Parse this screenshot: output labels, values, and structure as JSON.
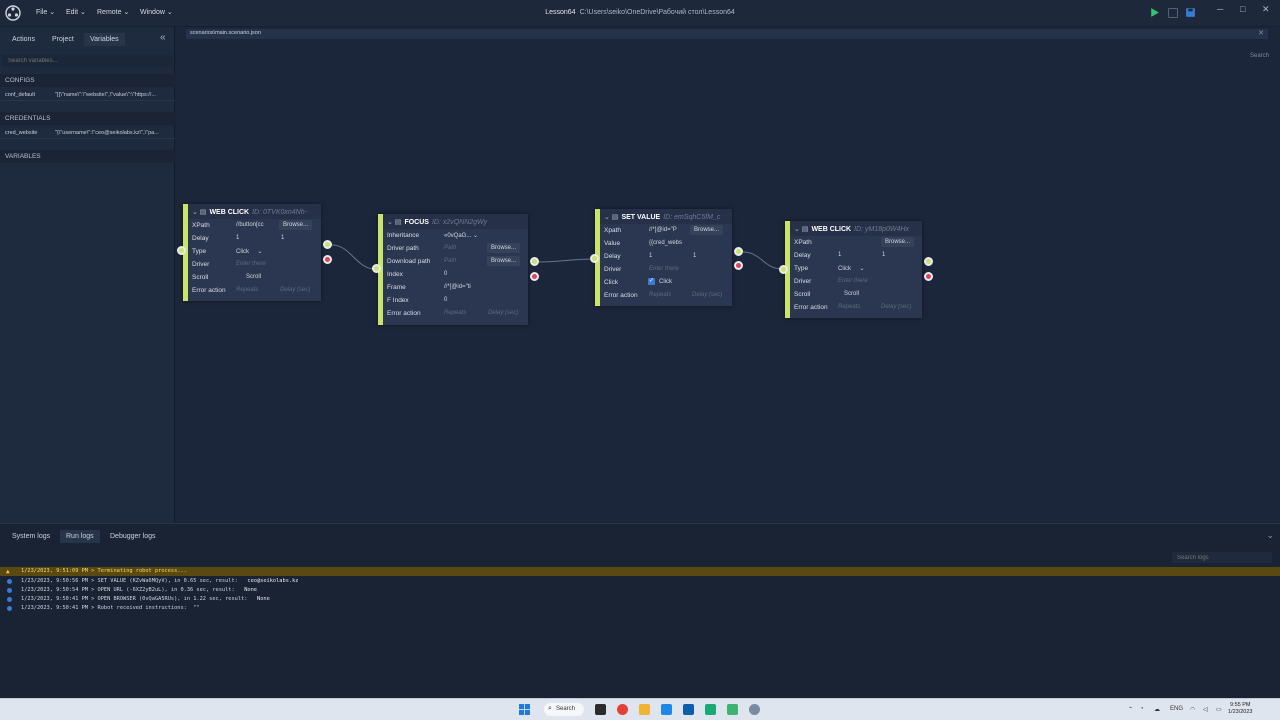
{
  "app": {
    "menus": [
      "File",
      "Edit",
      "Remote",
      "Window"
    ],
    "project_name": "Lesson64",
    "project_path": "C:\\Users\\seiko\\OneDrive\\Рабочий стол\\Lesson64"
  },
  "left_panel": {
    "tabs": [
      "Actions",
      "Project",
      "Variables"
    ],
    "active_tab": "Variables",
    "search_placeholder": "Search variables...",
    "sections": {
      "configs": "CONFIGS",
      "credentials": "CREDENTIALS",
      "variables": "VARIABLES"
    },
    "configs": [
      {
        "name": "conf_default",
        "value": "\"[{\\\"name\\\":\\\"website\\\",\\\"value\\\":\\\"https://..."
      }
    ],
    "credentials": [
      {
        "name": "cred_website",
        "value": "\"{\\\"username\\\":\\\"ceo@seikolabs.kz\\\",\\\"pa..."
      }
    ]
  },
  "canvas": {
    "file_tab": "scenarios\\main.scenario.json",
    "search_label": "Search",
    "nodes": [
      {
        "title": "WEB CLICK",
        "id": "ID: 0TVK0xn4Nh-",
        "rows": {
          "xpath_label": "XPath",
          "xpath_value": "//button[cc",
          "browse": "Browse...",
          "delay_label": "Delay",
          "delay_a": "1",
          "delay_b": "1",
          "type_label": "Type",
          "type_value": "Click",
          "driver_label": "Driver",
          "driver_ph": "Enter there",
          "scroll_label": "Scroll",
          "scroll_value": "Scroll",
          "error_label": "Error action",
          "repeats_ph": "Repeats",
          "delay_sec_ph": "Delay (sec)"
        }
      },
      {
        "title": "FOCUS",
        "id": "ID: x2vQNN2gWy",
        "rows": {
          "inherit_label": "Inheritance",
          "inherit_value": "«0vQaG...",
          "driver_path_label": "Driver path",
          "path_ph": "Path",
          "browse": "Browse...",
          "download_label": "Download path",
          "index_label": "Index",
          "index_value": "0",
          "frame_label": "Frame",
          "frame_value": "//*[@id=\"ti",
          "findex_label": "F Index",
          "findex_value": "0",
          "error_label": "Error action",
          "repeats_ph": "Repeats",
          "delay_sec_ph": "Delay (sec)"
        }
      },
      {
        "title": "SET VALUE",
        "id": "ID: emSqhC5fM_c",
        "rows": {
          "xpath_label": "Xpath",
          "xpath_value": "//*[@id=\"P",
          "browse": "Browse...",
          "value_label": "Value",
          "value_value": "{{cred_webs",
          "delay_label": "Delay",
          "delay_a": "1",
          "delay_b": "1",
          "driver_label": "Driver",
          "driver_ph": "Enter there",
          "click_label": "Click",
          "click_value": "Click",
          "error_label": "Error action",
          "repeats_ph": "Repeats",
          "delay_sec_ph": "Delay (sec)"
        }
      },
      {
        "title": "WEB CLICK",
        "id": "ID: yM18p0W4Hx",
        "rows": {
          "xpath_label": "XPath",
          "browse": "Browse...",
          "delay_label": "Delay",
          "delay_a": "1",
          "delay_b": "1",
          "type_label": "Type",
          "type_value": "Click",
          "driver_label": "Driver",
          "driver_ph": "Enter there",
          "scroll_label": "Scroll",
          "scroll_value": "Scroll",
          "error_label": "Error action",
          "repeats_ph": "Repeats",
          "delay_sec_ph": "Delay (sec)"
        }
      }
    ]
  },
  "logs": {
    "tabs": [
      "System logs",
      "Run logs",
      "Debugger logs"
    ],
    "active_tab": "Run logs",
    "search_placeholder": "Search logs",
    "lines": [
      {
        "level": "warn",
        "text": "1/23/2023, 9:51:09 PM > Terminating robot process...",
        "result": ""
      },
      {
        "level": "info",
        "text": "1/23/2023, 9:50:56 PM > SET VALUE (KZvWa6MQyV), in 0.65 sec, result:   ",
        "result": "ceo@seikolabs.kz"
      },
      {
        "level": "info",
        "text": "1/23/2023, 9:50:54 PM > OPEN URL (-6XZ2yB2uL), in 0.36 sec, result:   ",
        "result": "None"
      },
      {
        "level": "info",
        "text": "1/23/2023, 9:50:41 PM > OPEN BROWSER (0vQaGA5RUs), in 1.22 sec, result:   ",
        "result": "None"
      },
      {
        "level": "info",
        "text": "1/23/2023, 9:50:41 PM > Robot received instructions:  \"\"",
        "result": ""
      }
    ]
  },
  "taskbar": {
    "search_label": "Search",
    "lang": "ENG",
    "time": "9:55 PM",
    "date": "1/23/2023"
  },
  "colors": {
    "accent": "#c9e36b",
    "error_port": "#e0455a",
    "warn_bg": "#5a4a12",
    "canvas_bg": "#1c263b"
  }
}
